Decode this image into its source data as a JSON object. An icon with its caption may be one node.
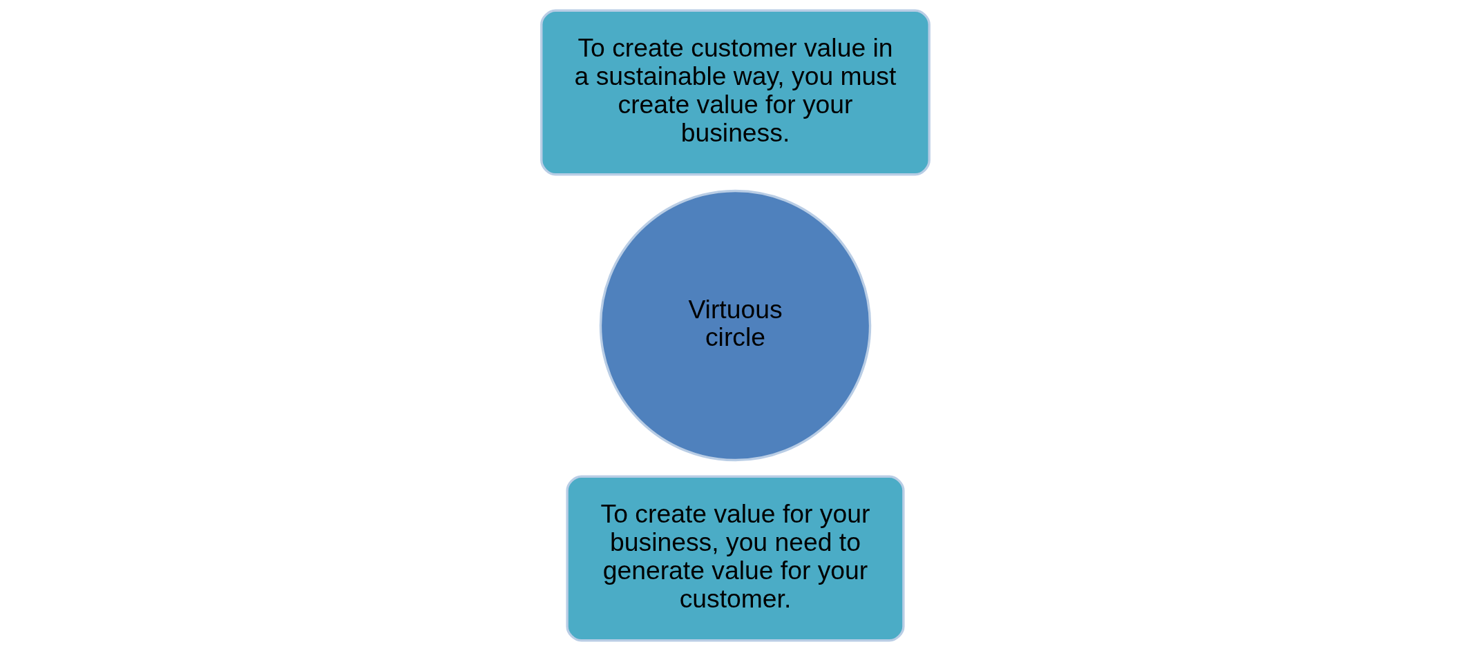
{
  "diagram": {
    "nodes": [
      {
        "text": [
          "Virtuous circle"
        ]
      },
      {
        "text": [
          "To create value for your business, you need to generate value for your customer."
        ]
      },
      {
        "text": [
          "To create customer value in a sustainable way, you must create value for your business."
        ]
      }
    ]
  }
}
